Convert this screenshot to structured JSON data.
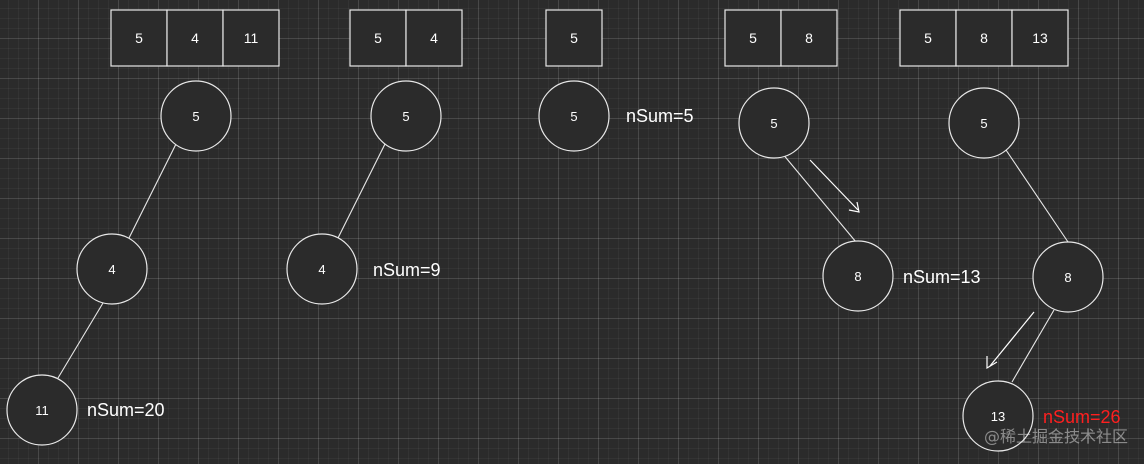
{
  "colors": {
    "background": "#2b2b2b",
    "stroke": "#e8e8e8",
    "text": "#ffffff",
    "highlight": "#ff1f1f"
  },
  "panels": [
    {
      "id": "panel1",
      "path_array": [
        "5",
        "4",
        "11"
      ],
      "nodes": [
        "5",
        "4",
        "11"
      ],
      "sum_label": "nSum=20",
      "highlight": false
    },
    {
      "id": "panel2",
      "path_array": [
        "5",
        "4"
      ],
      "nodes": [
        "5",
        "4"
      ],
      "sum_label": "nSum=9",
      "highlight": false
    },
    {
      "id": "panel3",
      "path_array": [
        "5"
      ],
      "nodes": [
        "5"
      ],
      "sum_label": "nSum=5",
      "highlight": false
    },
    {
      "id": "panel4",
      "path_array": [
        "5",
        "8"
      ],
      "nodes": [
        "5",
        "8"
      ],
      "sum_label": "nSum=13",
      "highlight": false
    },
    {
      "id": "panel5",
      "path_array": [
        "5",
        "8",
        "13"
      ],
      "nodes": [
        "5",
        "8",
        "13"
      ],
      "sum_label": "nSum=26",
      "highlight": true
    }
  ],
  "watermark": "@稀土掘金技术社区"
}
